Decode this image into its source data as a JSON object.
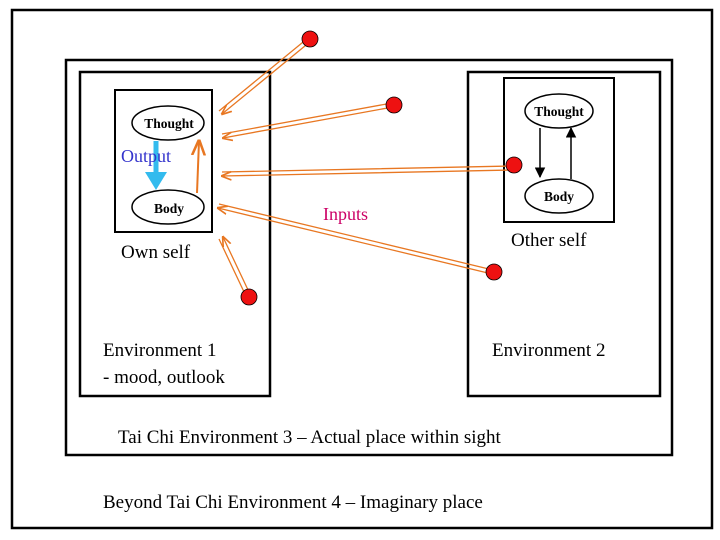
{
  "diagram": {
    "outer_label": "Beyond Tai Chi Environment 4 – Imaginary place",
    "env3_label": "Tai Chi Environment 3 – Actual place within sight",
    "env1": {
      "line1": "Environment 1",
      "line2": "- mood, outlook",
      "self_label": "Own self",
      "thought": "Thought",
      "body": "Body",
      "output_label": "Output"
    },
    "env2": {
      "label": "Environment 2",
      "self_label": "Other self",
      "thought": "Thought",
      "body": "Body"
    },
    "inputs_label": "Inputs",
    "colors": {
      "input_arrow": "#e87722",
      "output_arrow": "#33bbee",
      "output_text": "#3333cc",
      "inputs_text": "#cc0066",
      "input_dot": "#ee1111"
    }
  }
}
